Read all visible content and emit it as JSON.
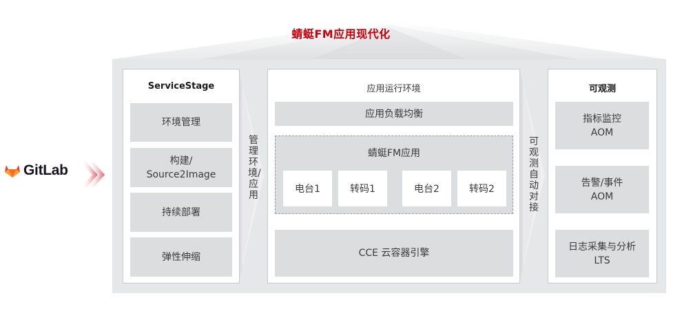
{
  "title": "蜻蜓FM应用现代化",
  "source": {
    "name": "GitLab",
    "icon": "gitlab-fox-icon",
    "arrow_icon": "double-chevron-right-icon"
  },
  "colors": {
    "accent": "#c7000b",
    "outer_bg": "#e6e7e8",
    "box_bg": "#dcdddf",
    "panel_bg": "#ffffff",
    "gitlab_orange": "#fc6d26"
  },
  "left_panel": {
    "title": "ServiceStage",
    "items": [
      {
        "line1": "环境管理",
        "line2": ""
      },
      {
        "line1": "构建/",
        "line2": "Source2Image"
      },
      {
        "line1": "持续部署",
        "line2": ""
      },
      {
        "line1": "弹性伸缩",
        "line2": ""
      }
    ]
  },
  "connector_left": {
    "label": "管理环境/应用"
  },
  "middle_panel": {
    "title": "应用运行环境",
    "load_balancer": "应用负载均衡",
    "app_group": {
      "title": "蜻蜓FM应用",
      "items": [
        "电台1",
        "转码1",
        "电台2",
        "转码2"
      ]
    },
    "engine": "CCE 云容器引擎"
  },
  "connector_right": {
    "label": "可观测自动对接"
  },
  "right_panel": {
    "title": "可观测",
    "items": [
      {
        "line1": "指标监控",
        "line2": "AOM"
      },
      {
        "line1": "告警/事件",
        "line2": "AOM"
      },
      {
        "line1": "日志采集与分析",
        "line2": "LTS"
      }
    ]
  }
}
